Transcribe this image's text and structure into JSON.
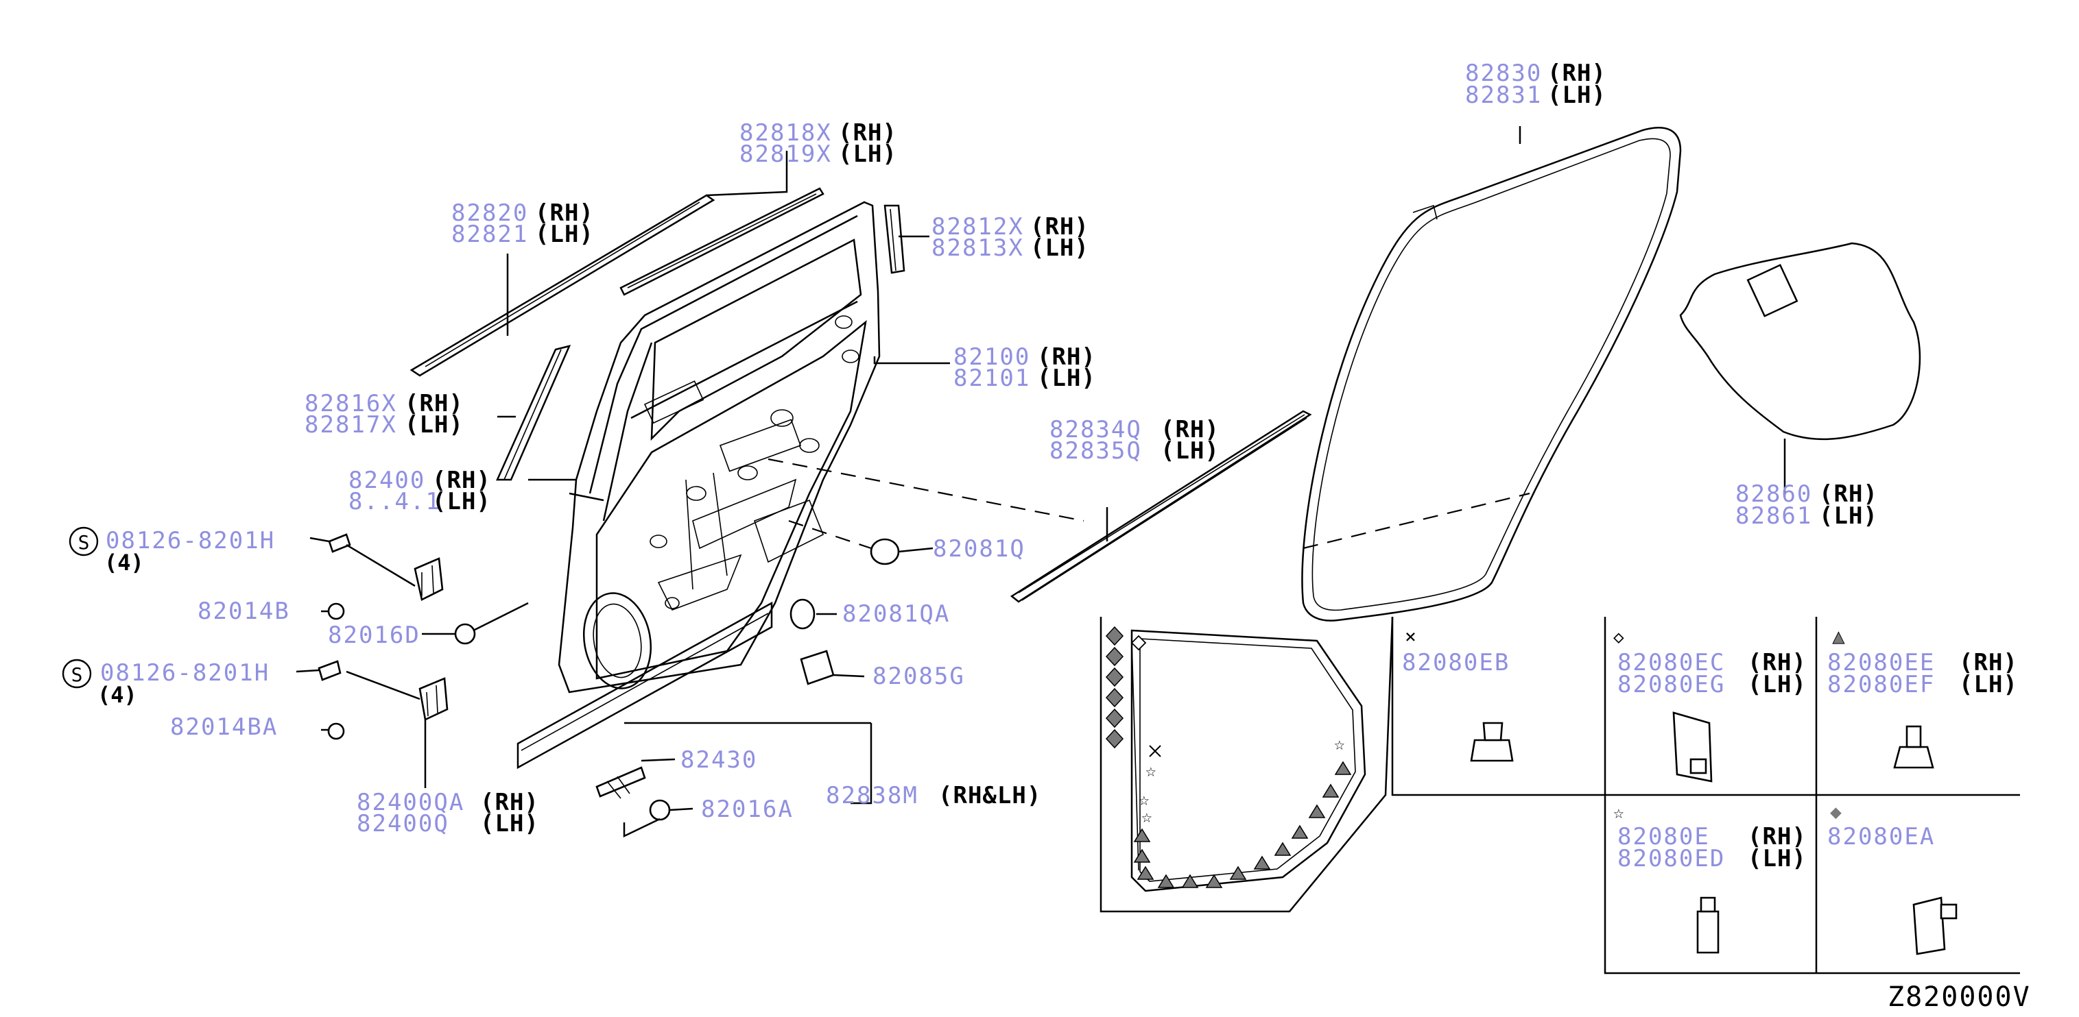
{
  "diagram_code": "Z820000V",
  "parts": {
    "p82818x": {
      "number": "82818X",
      "side": "(RH)"
    },
    "p82819x": {
      "number": "82819X",
      "side": "(LH)"
    },
    "p82820": {
      "number": "82820",
      "side": "(RH)"
    },
    "p82821": {
      "number": "82821",
      "side": "(LH)"
    },
    "p82812x": {
      "number": "82812X",
      "side": "(RH)"
    },
    "p82813x": {
      "number": "82813X",
      "side": "(LH)"
    },
    "p82100": {
      "number": "82100",
      "side": "(RH)"
    },
    "p82101": {
      "number": "82101",
      "side": "(LH)"
    },
    "p82816x": {
      "number": "82816X",
      "side": "(RH)"
    },
    "p82817x": {
      "number": "82817X",
      "side": "(LH)"
    },
    "p82400": {
      "number": "82400",
      "side": "(RH)"
    },
    "p82401": {
      "number": "8..4.1",
      "side": "(LH)"
    },
    "p08126a": {
      "number": "08126-8201H",
      "qty": "(4)"
    },
    "p82014b": {
      "number": "82014B"
    },
    "p82016d": {
      "number": "82016D"
    },
    "p08126b": {
      "number": "08126-8201H",
      "qty": "(4)"
    },
    "p82014ba": {
      "number": "82014BA"
    },
    "p82400qa": {
      "number": "82400QA",
      "side": "(RH)"
    },
    "p82400q": {
      "number": "82400Q",
      "side": "(LH)"
    },
    "p82430": {
      "number": "82430"
    },
    "p82016a": {
      "number": "82016A"
    },
    "p82838m": {
      "number": "82838M",
      "side": "(RH&LH)"
    },
    "p82085g": {
      "number": "82085G"
    },
    "p82081qa": {
      "number": "82081QA"
    },
    "p82081q": {
      "number": "82081Q"
    },
    "p82834q": {
      "number": "82834Q",
      "side": "(RH)"
    },
    "p82835q": {
      "number": "82835Q",
      "side": "(LH)"
    },
    "p82830": {
      "number": "82830",
      "side": "(RH)"
    },
    "p82831": {
      "number": "82831",
      "side": "(LH)"
    },
    "p82860": {
      "number": "82860",
      "side": "(RH)"
    },
    "p82861": {
      "number": "82861",
      "side": "(LH)"
    }
  },
  "clip_legend": {
    "cross": {
      "symbol": "×",
      "number": "82080EB"
    },
    "diamond_open": {
      "symbol": "◇",
      "number_rh": "82080EC",
      "side_rh": "(RH)",
      "number_lh": "82080EG",
      "side_lh": "(LH)"
    },
    "triangle": {
      "symbol": "▲",
      "number_rh": "82080EE",
      "side_rh": "(RH)",
      "number_lh": "82080EF",
      "side_lh": "(LH)"
    },
    "star": {
      "symbol": "☆",
      "number_rh": "82080E",
      "side_rh": "(RH)",
      "number_lh": "82080ED",
      "side_lh": "(LH)"
    },
    "diamond_filled": {
      "symbol": "◆",
      "number": "82080EA"
    }
  },
  "symbols": {
    "screw_mark": "S",
    "cross": "×",
    "star": "☆",
    "diamond_open": "◇",
    "diamond_filled": "◆",
    "triangle": "▲"
  },
  "colors": {
    "part_number": "#8f8fe0",
    "line": "#000000",
    "background": "#ffffff",
    "marker_fill": "#7a7a7a"
  }
}
